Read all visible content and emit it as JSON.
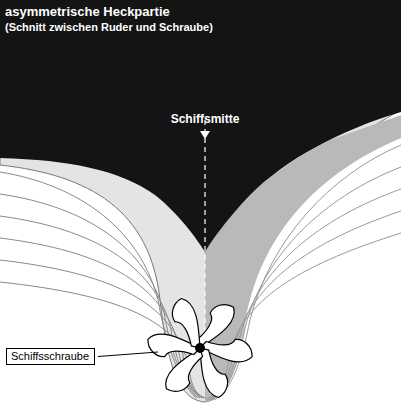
{
  "diagram": {
    "title": "asymmetrische Heckpartie",
    "nodes": [
      {
        "text": [
          "Schiffsschraube"
        ]
      }
    ],
    "labels": [
      "(Schnitt zwischen Ruder und Schraube)",
      "Schiffsmitte"
    ]
  }
}
